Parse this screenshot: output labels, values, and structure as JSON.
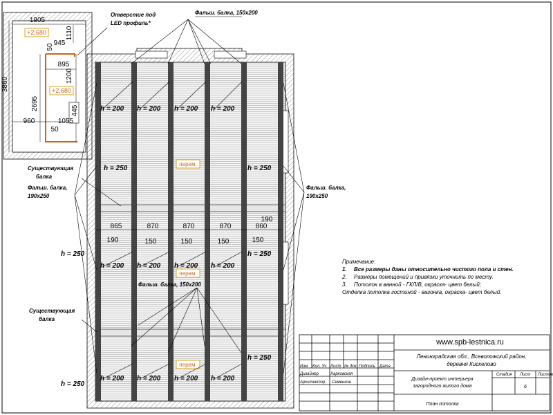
{
  "bathroom": {
    "dims": {
      "width_top": "1905",
      "side_height": "3860",
      "d1110": "1110",
      "d945": "945",
      "d50a": "50",
      "d895": "895",
      "d1200": "1200",
      "d2695": "2695",
      "d445": "445",
      "d960": "960",
      "d1055": "1055",
      "d50b": "50"
    },
    "level1": "+2,680",
    "level2": "+2,680"
  },
  "labels": {
    "led_hole_1": "Отверстие под",
    "led_hole_2": "LED профиль*",
    "false_beam_top": "Фальш. балка, 150х200",
    "false_beam_mid": "Фальш. балка, 150х200",
    "existing_beam_1a": "Существующая",
    "existing_beam_1b": "балка",
    "existing_beam_2a": "Существующая",
    "existing_beam_2b": "балка",
    "false_beam_left_a": "Фальш. балка,",
    "false_beam_left_b": "190х250",
    "false_beam_right_a": "Фальш. балка,",
    "false_beam_right_b": "190х250"
  },
  "heights": {
    "h200": "h = 200",
    "h250": "h = 250"
  },
  "perem": {
    "p1": "перем.",
    "p2": "перем.",
    "p3": "перем."
  },
  "spacing": {
    "s865": "865",
    "s870a": "870",
    "s870b": "870",
    "s870c": "870",
    "s860": "860",
    "s190a": "190",
    "s190b": "190",
    "s150a": "150",
    "s150b": "150",
    "s150c": "150",
    "s150d": "150"
  },
  "notes": {
    "title": "Примечание:",
    "n1_num": "1.",
    "n1": "Все размеры даны относительно чистого пола и стен.",
    "n2_num": "2.",
    "n2": "Размеры помещений и привязки уточнить по месту.",
    "n3_num": "3.",
    "n3": "Потолок в ванной - ГКЛ/В, окраска- цвет белый;",
    "n4": "Отделка потолка гостиной - вагонка, окраска- цвет белый."
  },
  "title_block": {
    "website": "www.spb-lestnica.ru",
    "address_1": "Ленинградская обл.,  Всеволожский район,",
    "address_2": "деревня Кискелово",
    "project_1": "Дизайн-проект интерьера",
    "project_2": "загородного жилого дома",
    "sheet_name": "План потолка",
    "hdr_izm": "Изм",
    "hdr_kol": "Кол. Уч",
    "hdr_list": "Лист",
    "hdr_ndok": "№ док.",
    "hdr_podp": "Подпись",
    "hdr_data": "Дата",
    "role_1": "Дизайнер",
    "name_1": "Харковская",
    "role_2": "Архитектор",
    "name_2": "Семенков",
    "col_stage": "Стадия",
    "col_sheet": "Лист",
    "col_sheets": "Листов",
    "sheet_no": "6"
  }
}
